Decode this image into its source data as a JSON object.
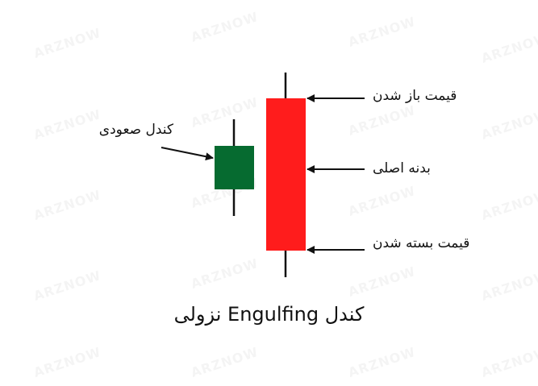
{
  "labels": {
    "bullish_candle": "کندل صعودی",
    "open_price": "قیمت باز شدن",
    "main_body": "بدنه اصلی",
    "close_price": "قیمت بسته شدن"
  },
  "caption": "کندل Engulfing نزولی",
  "watermark": "ARZNOW",
  "colors": {
    "bullish": "#066b30",
    "bearish": "#ff1c1c",
    "line": "#111111"
  }
}
